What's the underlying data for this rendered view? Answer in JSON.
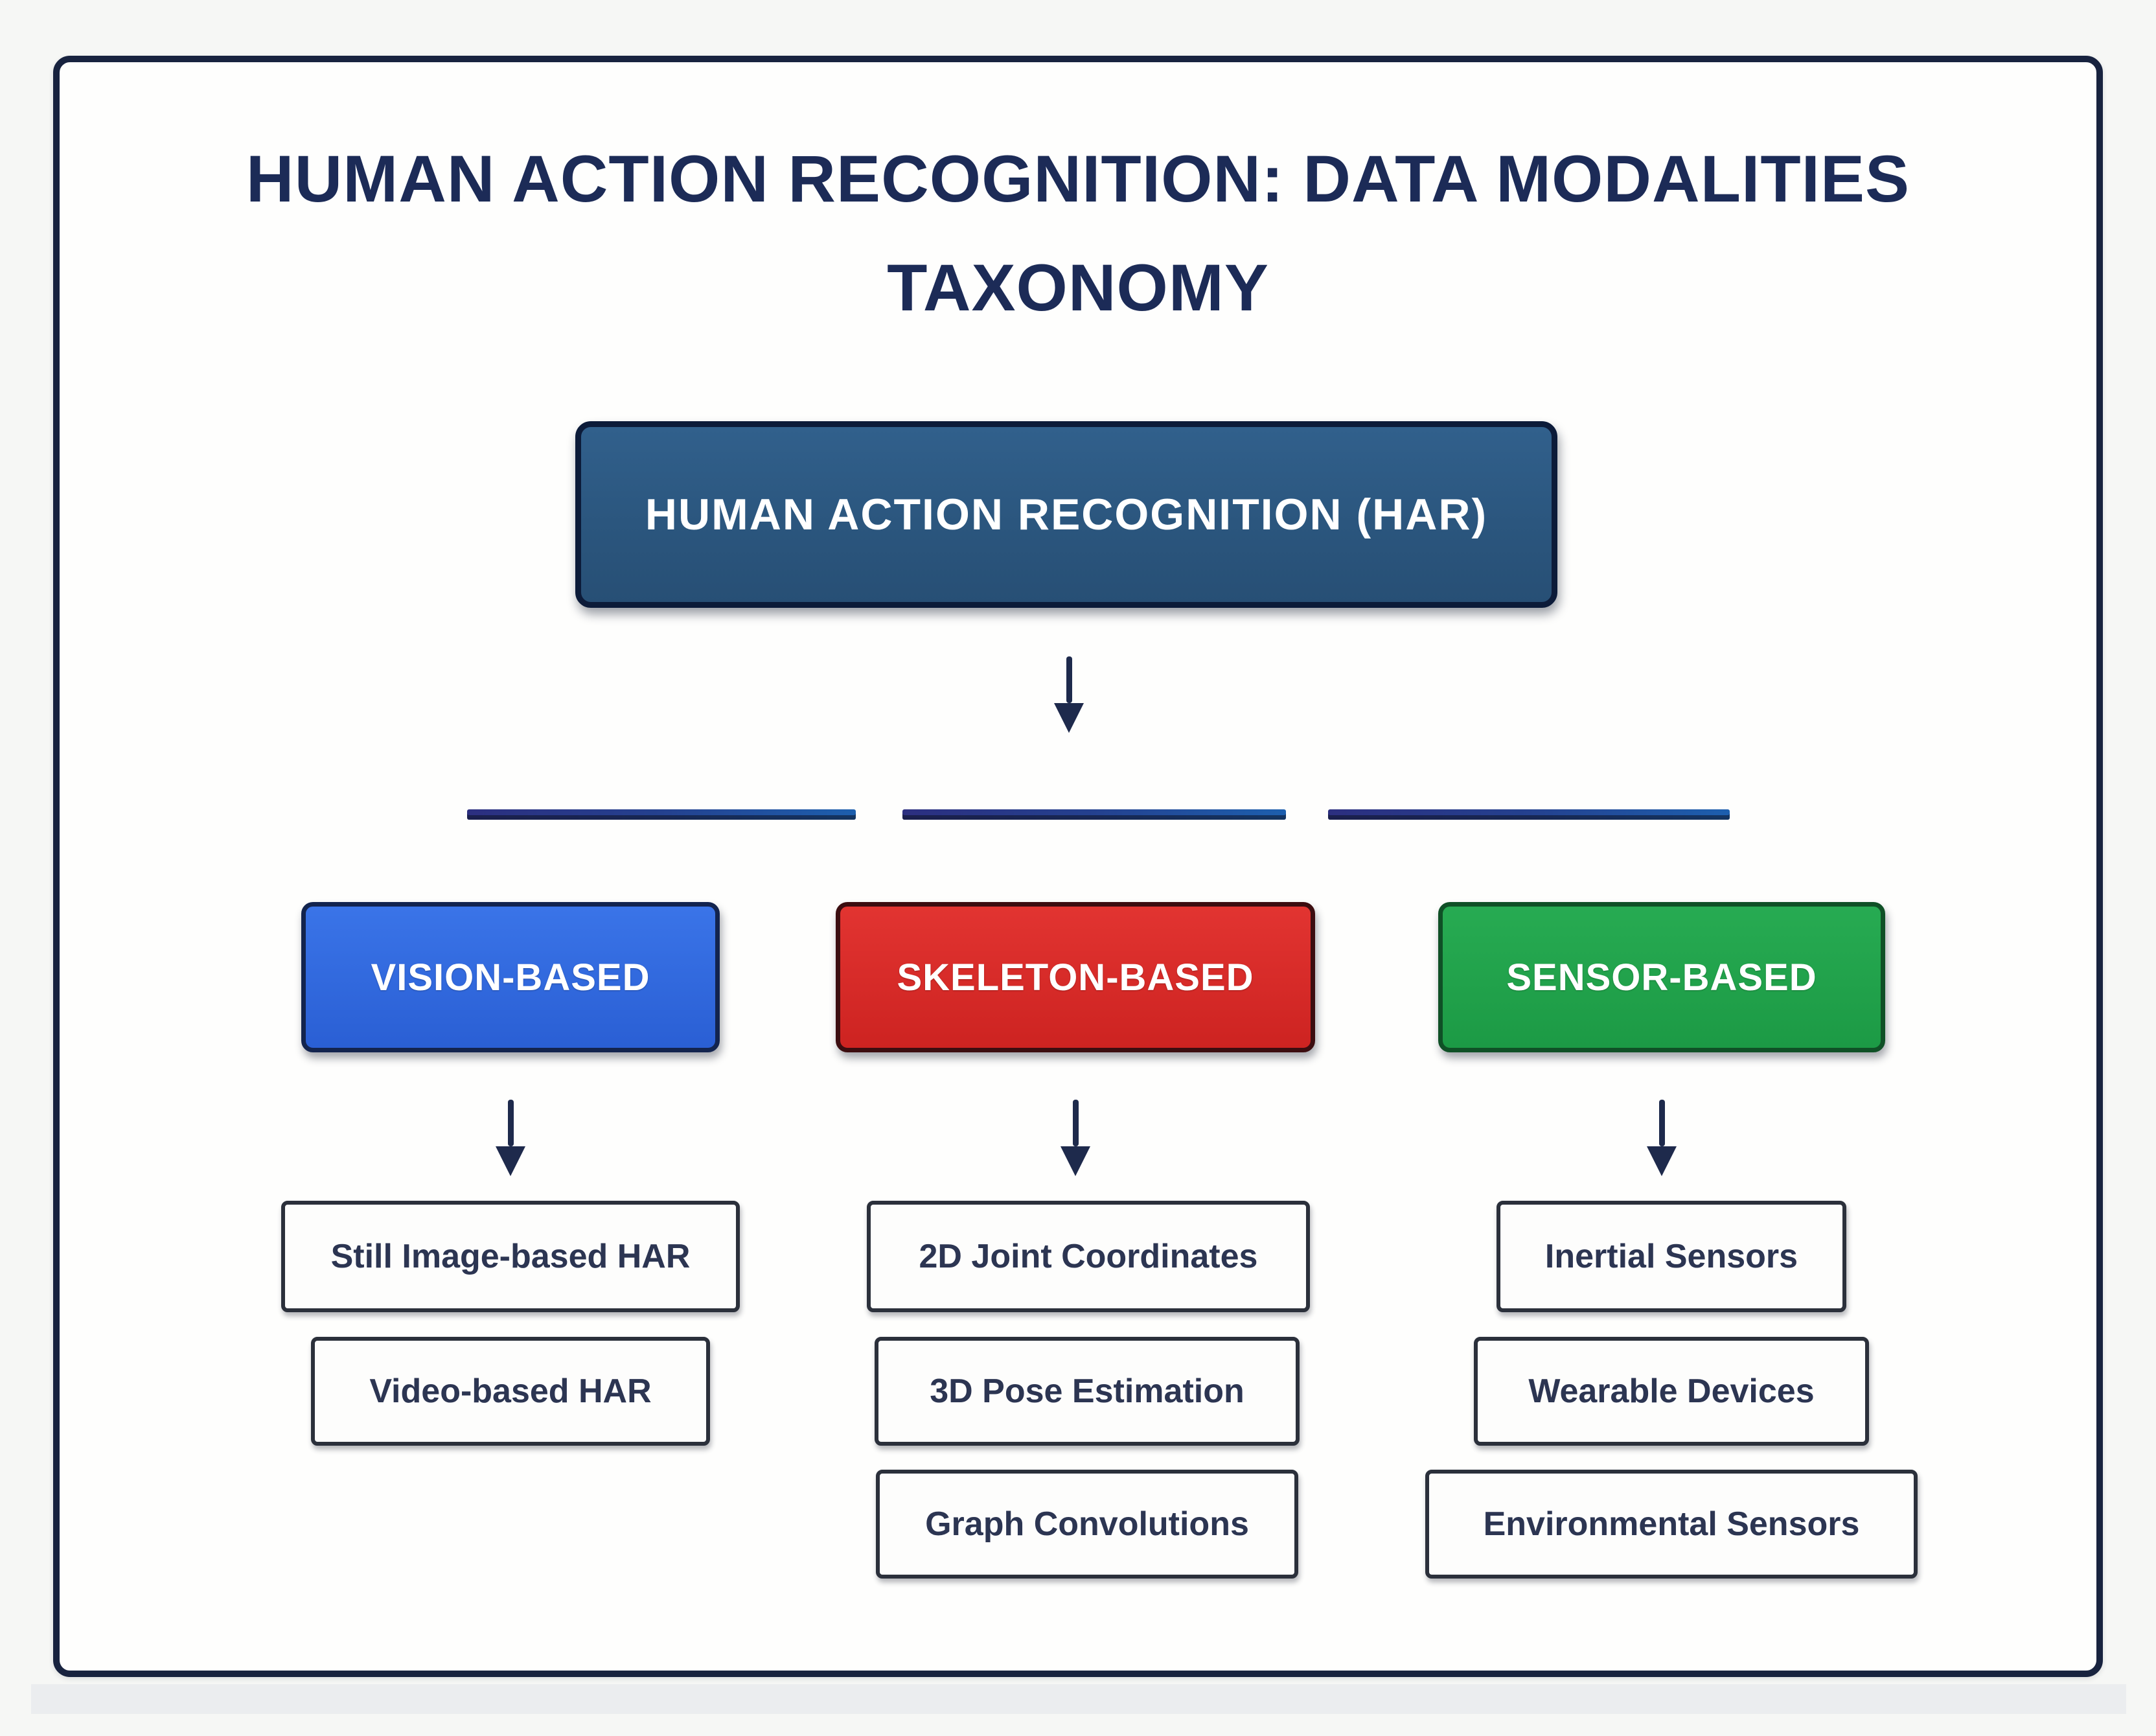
{
  "diagram": {
    "title_line1": "HUMAN ACTION RECOGNITION: DATA MODALITIES",
    "title_line2": "TAXONOMY",
    "root": {
      "label": "HUMAN ACTION RECOGNITION (HAR)",
      "color": "#2b567e"
    },
    "branches": [
      {
        "label": "VISION-BASED",
        "color": "#2e6ade",
        "children": [
          "Still Image-based HAR",
          "Video-based HAR"
        ]
      },
      {
        "label": "SKELETON-BASED",
        "color": "#d92a27",
        "children": [
          "2D Joint Coordinates",
          "3D Pose Estimation",
          "Graph Convolutions"
        ]
      },
      {
        "label": "SENSOR-BASED",
        "color": "#21a24d",
        "children": [
          "Inertial Sensors",
          "Wearable Devices",
          "Environmental Sensors"
        ]
      }
    ],
    "colors": {
      "frame_border": "#18233f",
      "title_text": "#1c2b57",
      "arrow": "#1e2a4c",
      "connector_line": "#24418f",
      "leaf_border": "#2b303b",
      "leaf_text": "#2c3552"
    }
  }
}
